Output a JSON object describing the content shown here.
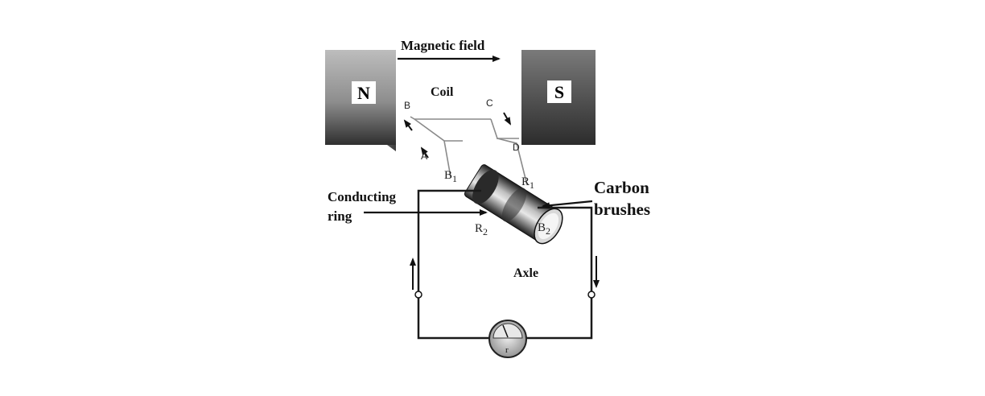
{
  "header_fragment": "",
  "magnetic_field_label": "Magnetic field",
  "coil_label": "Coil",
  "north_pole": "N",
  "south_pole": "S",
  "corners": {
    "a": "A",
    "b": "B",
    "c": "C",
    "d": "D"
  },
  "rings": {
    "b1": "B",
    "r1": "R",
    "r2": "R",
    "b2": "B",
    "sub1": "1",
    "sub2": "2"
  },
  "conducting_ring_label_line1": "Conducting",
  "conducting_ring_label_line2": "ring",
  "carbon_brushes_label_line1": "Carbon",
  "carbon_brushes_label_line2": "brushes",
  "axle_label": "Axle",
  "meter_symbol": "r",
  "colors": {
    "magnet_light": "#cfcfcf",
    "magnet_dark": "#3a3a3a",
    "wire": "#1a1a1a",
    "coil_wire": "#8a8a8a"
  }
}
